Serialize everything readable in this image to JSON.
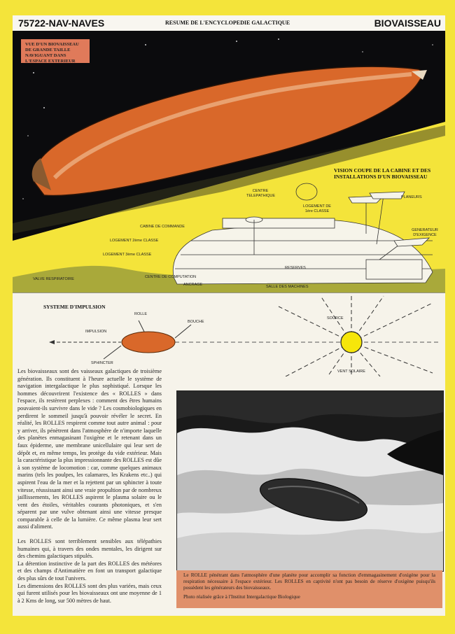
{
  "header": {
    "code": "75722-NAV-NAVES",
    "title": "RESUME DE L'ENCYCLOPEDIE GALACTIQUE",
    "section": "BIOVAISSEAU"
  },
  "top_illustration": {
    "badge": "VUE D'UN BIOVAISSEAU DE GRANDE TAILLE NAVIGUANT DANS L'ESPACE EXTERIEUR",
    "cutaway_title": "VISION COUPE DE LA CABINE ET DES INSTALLATIONS D'UN BIOVAISSEAU",
    "labels": {
      "centre_telepathique": "CENTRE TELEPATHIQUE",
      "logement_1": "LOGEMENT DE 1ère CLASSE",
      "planeurs": "PLANEURS",
      "generateur": "GENERATEUR D'EXIGENCE",
      "cabine": "CABINE DE COMMANDE",
      "logement_2": "LOGEMENT 2ème CLASSE",
      "logement_3": "LOGEMENT 3ème CLASSE",
      "reserves": "RESERVES",
      "computation": "CENTRE DE COMPUTATION",
      "ancrage": "ANCRAGE",
      "salle_machines": "SALLE DES MACHINES",
      "valve": "VALVE RESPIRATOIRE"
    }
  },
  "impulse_diagram": {
    "title": "SYSTEME D'IMPULSION",
    "rolle": "ROLLE",
    "bouche": "BOUCHE",
    "impulsion": "IMPULSION",
    "sphincter": "SPHINCTER",
    "source": "SOURCE",
    "vent_solaire": "VENT SOLAIRE"
  },
  "body_text": [
    "Les biovaisseaux sont des vaisseaux galactiques de troisième génération. Ils constituent à l'heure actuelle le système de navigation intergalactique le plus sophistiqué. Lorsque les hommes découvrirent l'existence des « ROLLES » dans l'espace, ils restèrent perplexes : comment des êtres humains pouvaient-ils survivre dans le vide ? Les cosmobiologiques en perdirent le sommeil jusqu'à pouvoir révéler le secret. En réalité, les ROLLES respirent comme tout autre animal : pour y arriver, ils pénètrent dans l'atmosphère de n'importe laquelle des planètes enmagasinant l'oxigène et le retenant dans un faux épiderme, une membrane unicellulaire qui leur sert de dépôt et, en même temps, les protège du vide extérieur. Mais la caractéristique la plus impressionnante des ROLLES est dûe à son système de locomotion : car, comme quelques animaux marins (tels les poulpes, les calamares, les Krakens etc..) qui aspirent l'eau de la mer et la rejettent par un sphincter à toute vitesse, réussissant ainsi une vraie propultion par de nombreux jaillissements, les ROLLES aspirent le plasma solaire ou le vent des étoiles, véritables courants photoniques, et s'en séparent par une vulve obtenant ainsi une vitesse presque comparable à celle de la lumière. Ce même plasma leur sert aussi d'aliment.",
    "Les ROLLES sont terriblement sensibles aux télépathies humaines qui, à travers des ondes mentales, les dirigent sur des chemins galactiques stipulés.",
    "La détention instinctive de la part des ROLLES des météores et des champs d'Antimatière en font un transport galactique des plus sûrs de tout l'univers.",
    "Les dimensions des ROLLES sont des plus variées, mais ceux qui furent utilisés pour les biovaisseaux ont une moyenne de 1 à 2 Kms de long, sur 500 mètres de haut."
  ],
  "photo_caption": {
    "text": "Le ROLLE pénétrant dans l'atmosphère d'une planète pour accomplir sa fonction d'emmagasinement d'oxigène pour la respiration nécessaire à l'espace extérieur. Les ROLLES en captivité n'ont pas besoin de réserve d'oxigène puisqu'ils possèdent les générateurs des biovaisseaux.",
    "credit": "Photo réalisée grâce à l'Institut Intergalactique Biologique"
  },
  "colors": {
    "page_yellow": "#f4e43a",
    "badge_orange": "#e07a5a",
    "ship_orange": "#d9682a",
    "caption_orange": "#e0906a",
    "ground_green": "#a9a93a"
  }
}
